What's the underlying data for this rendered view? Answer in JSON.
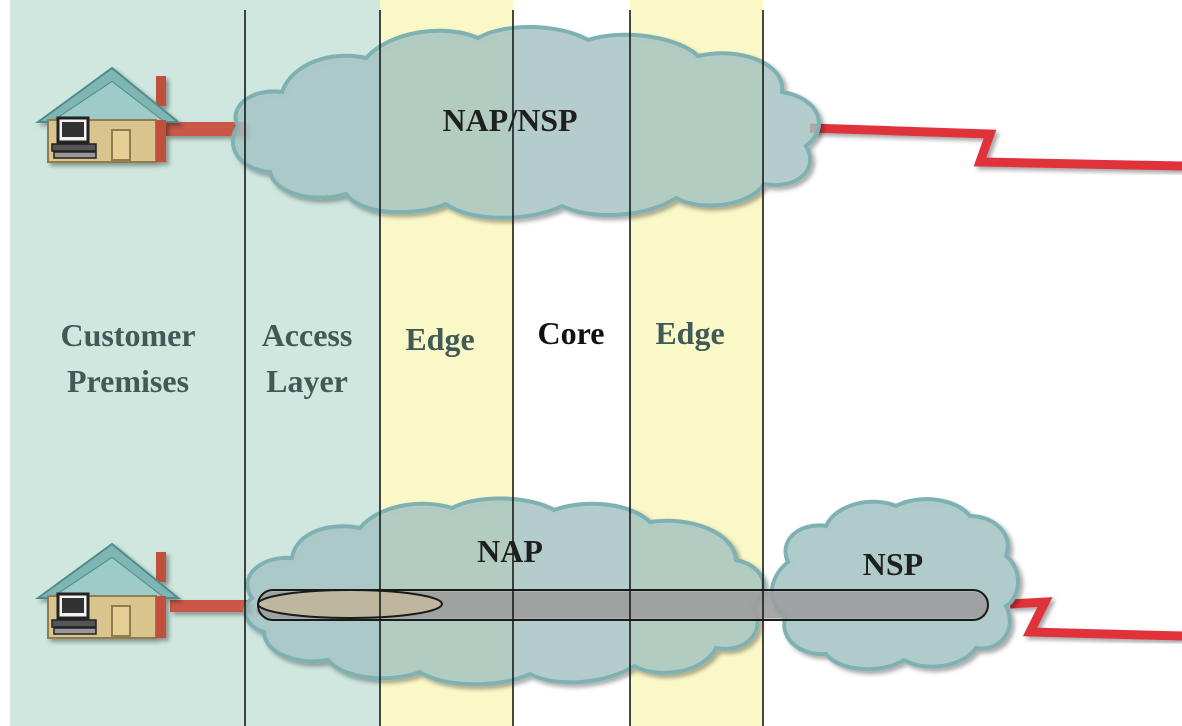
{
  "diagram": {
    "columns": [
      {
        "id": "customer-premises",
        "label_line1": "Customer",
        "label_line2": "Premises",
        "fill": "#cfe7de",
        "text_color": "#3f5a57"
      },
      {
        "id": "access-layer",
        "label_line1": "Access",
        "label_line2": "Layer",
        "fill": "#cfe7de",
        "text_color": "#3f5a57"
      },
      {
        "id": "edge-left",
        "label_line1": "Edge",
        "fill": "#fbf8c8",
        "text_color": "#3f5a57"
      },
      {
        "id": "core",
        "label_line1": "Core",
        "fill": "#ffffff",
        "text_color": "#111111"
      },
      {
        "id": "edge-right",
        "label_line1": "Edge",
        "fill": "#fbf8c8",
        "text_color": "#3f5a57"
      }
    ],
    "clouds": {
      "top": "NAP/NSP",
      "bottom_left": "NAP",
      "bottom_right": "NSP"
    },
    "colors": {
      "cloud_fill": "#a9c9c8",
      "cloud_stroke": "#7fb1b3",
      "link_red": "#e0303a",
      "tunnel_fill": "#9e9e9e",
      "column_divider": "#1a1a1a",
      "house_wall": "#d9c48e",
      "house_roof": "#7fb6b3",
      "house_trim": "#c0503a"
    },
    "icons": [
      "house-icon",
      "computer-icon",
      "cloud-icon",
      "tunnel-icon",
      "zigzag-link-icon"
    ]
  }
}
